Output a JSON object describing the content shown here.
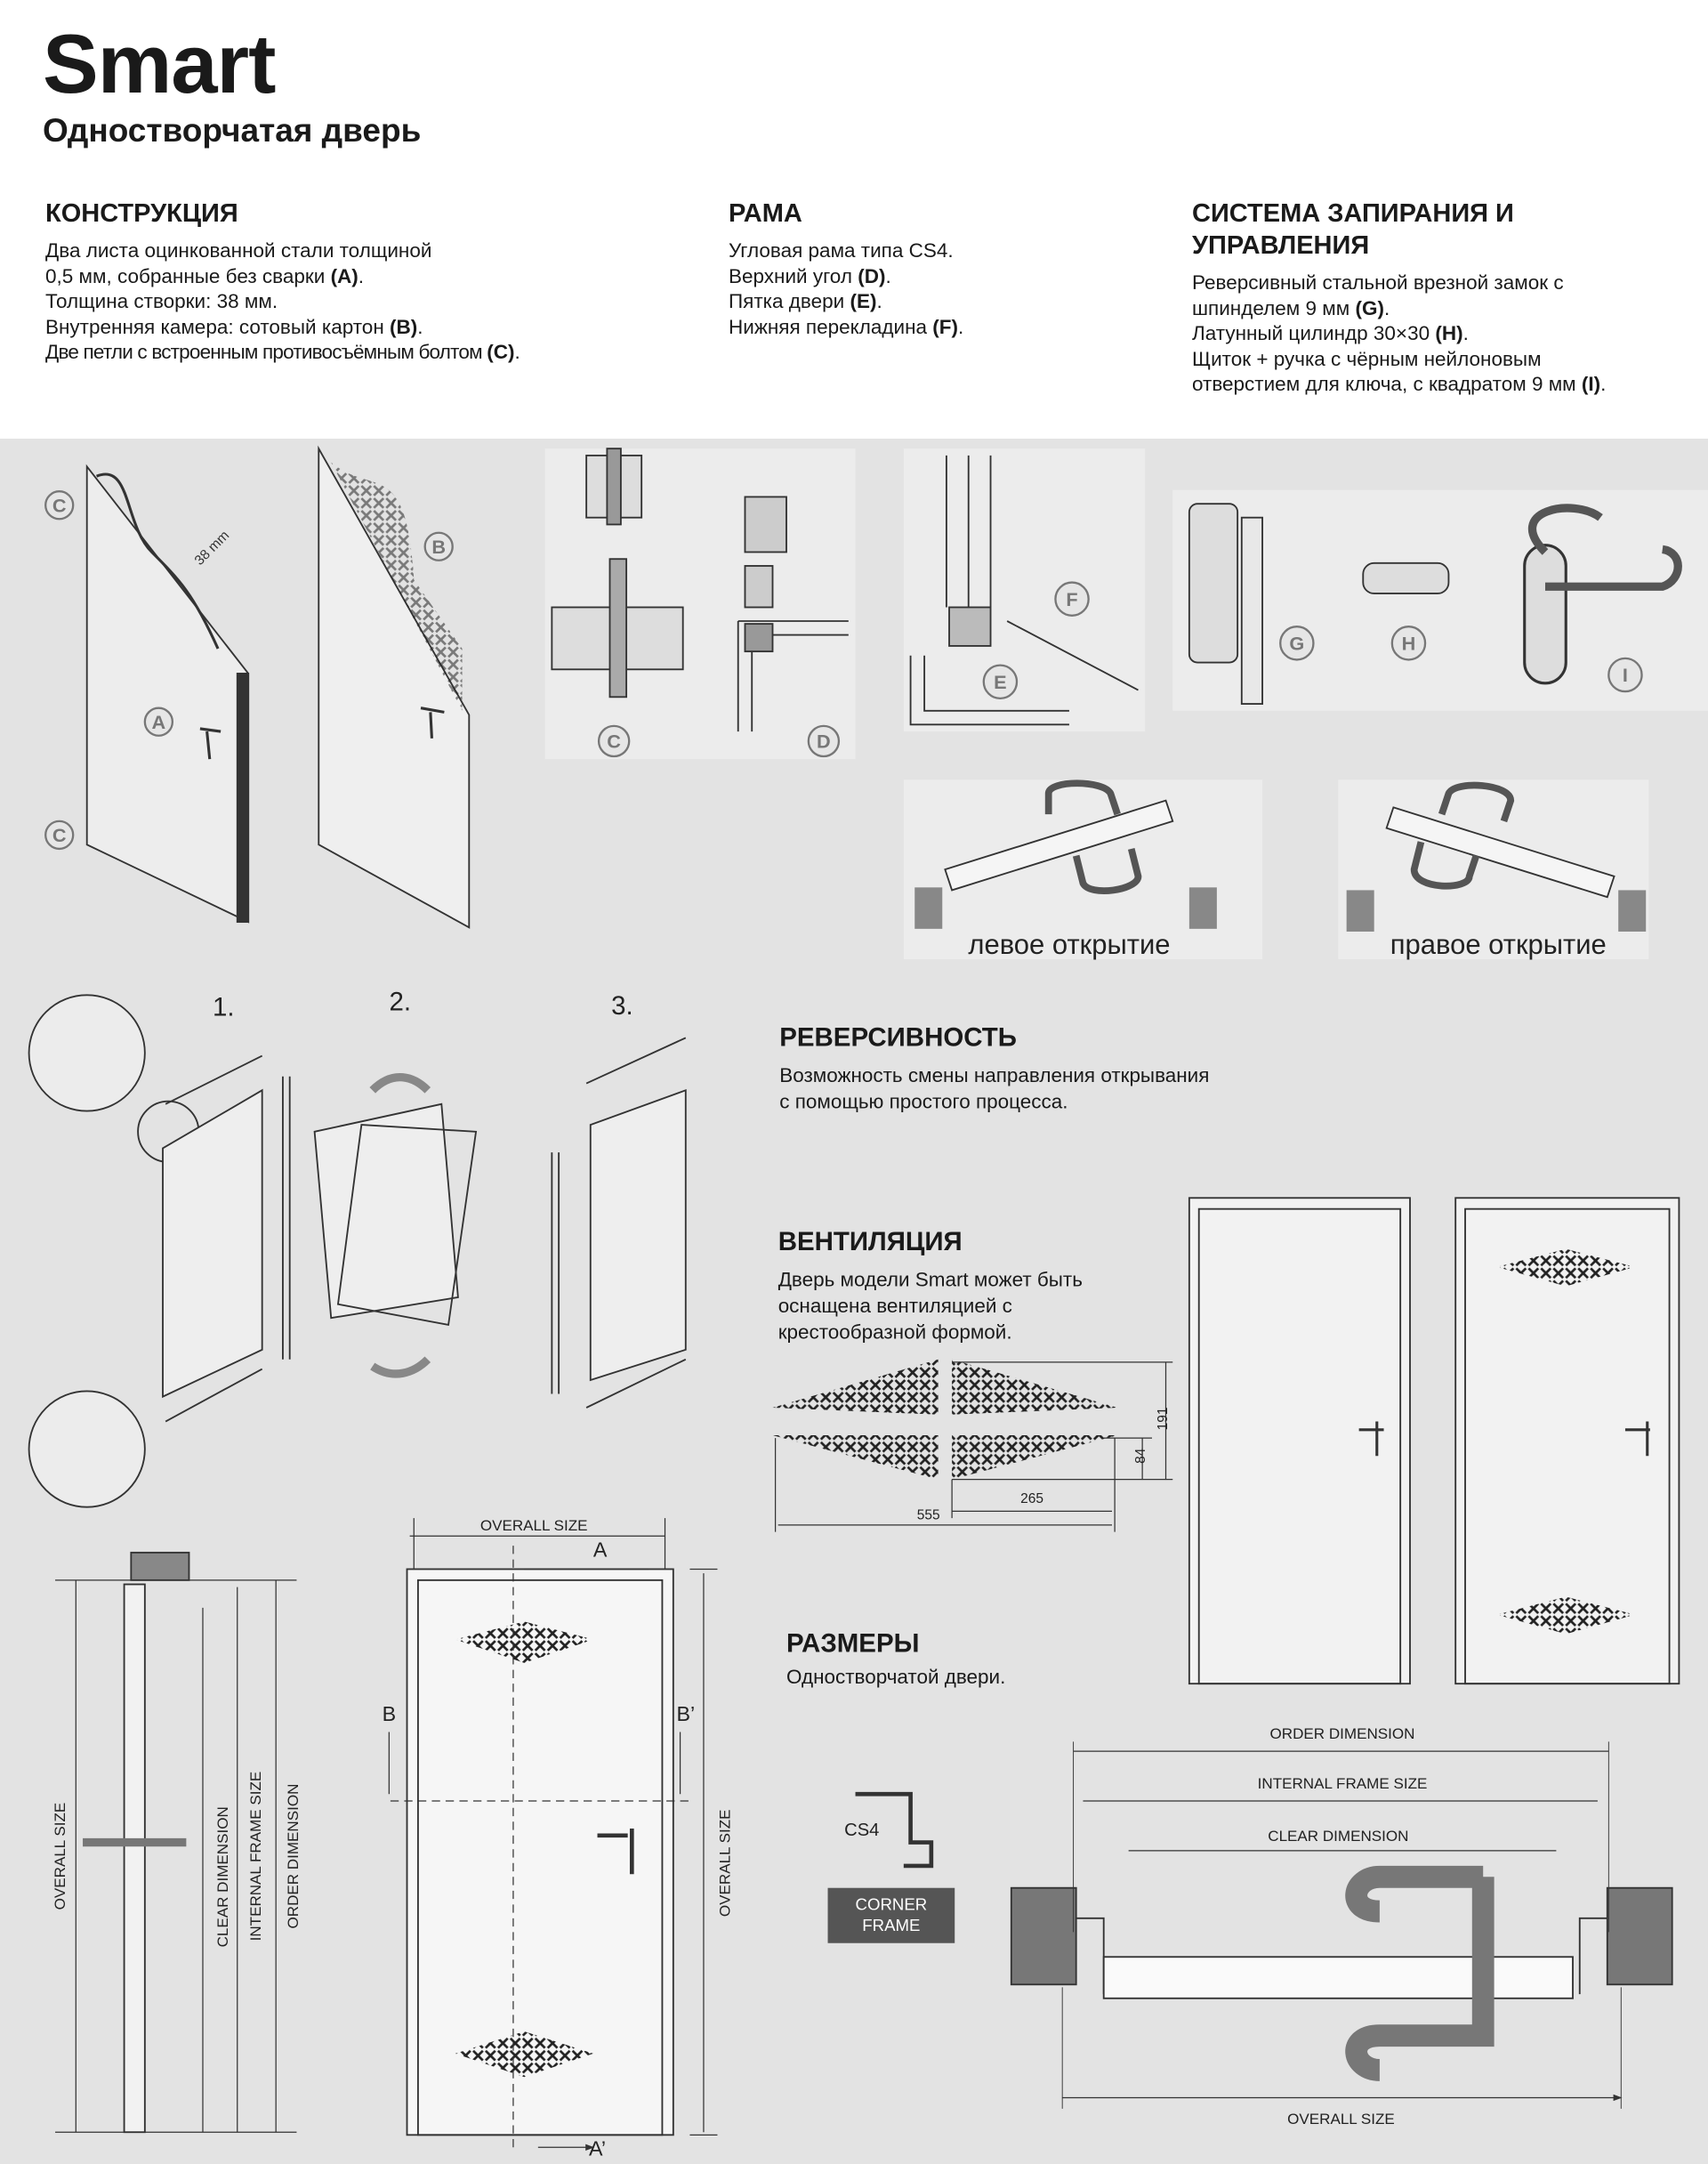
{
  "header": {
    "title": "Smart",
    "subtitle": "Одностворчатая дверь"
  },
  "construction": {
    "heading": "КОНСТРУКЦИЯ",
    "lines": [
      {
        "text": "Два листа оцинкованной стали толщиной",
        "ref": ""
      },
      {
        "text": "0,5 мм, собранные без сварки ",
        "ref": "(A)",
        "end": "."
      },
      {
        "text": "Толщина створки: 38 мм.",
        "ref": ""
      },
      {
        "text": "Внутренняя камера: сотовый картон ",
        "ref": "(B)",
        "end": "."
      },
      {
        "text": "Две петли с встроенным противосъёмным болтом ",
        "ref": "(C)",
        "end": "."
      }
    ]
  },
  "frame": {
    "heading": "РАМА",
    "lines": [
      {
        "text": "Угловая рама типа CS4.",
        "ref": ""
      },
      {
        "text": "Верхний угол ",
        "ref": "(D)",
        "end": "."
      },
      {
        "text": "Пятка двери ",
        "ref": "(E)",
        "end": "."
      },
      {
        "text": "Нижняя перекладина ",
        "ref": "(F)",
        "end": "."
      }
    ]
  },
  "locking": {
    "heading_1": "СИСТЕМА ЗАПИРАНИЯ И",
    "heading_2": "УПРАВЛЕНИЯ",
    "lines": [
      {
        "text": "Реверсивный стальной врезной замок с",
        "ref": ""
      },
      {
        "text": "шпинделем 9 мм ",
        "ref": "(G)",
        "end": "."
      },
      {
        "text": "Латунный цилиндр 30×30 ",
        "ref": "(H)",
        "end": "."
      },
      {
        "text": "Щиток + ручка с чёрным нейлоновым",
        "ref": ""
      },
      {
        "text": "отверстием для ключа, с квадратом 9 мм ",
        "ref": "(I)",
        "end": "."
      }
    ]
  },
  "callouts": {
    "a": "A",
    "b": "B",
    "c": "C",
    "d": "D",
    "e": "E",
    "f": "F",
    "g": "G",
    "h": "H",
    "i": "I",
    "thickness": "38 mm"
  },
  "opening": {
    "left": "левое открытие",
    "right": "правое открытие"
  },
  "steps": [
    "1.",
    "2.",
    "3."
  ],
  "reversibility": {
    "heading": "РЕВЕРСИВНОСТЬ",
    "lines": [
      "Возможность смены направления открывания",
      "с помощью простого процесса."
    ]
  },
  "ventilation": {
    "heading": "ВЕНТИЛЯЦИЯ",
    "lines": [
      "Дверь модели Smart может быть",
      "оснащена вентиляцией с",
      "крестообразной формой."
    ],
    "dims": {
      "total_width": "555",
      "half_width": "265",
      "height": "191",
      "half_height": "84"
    }
  },
  "sizes": {
    "heading": "РАЗМЕРЫ",
    "text": "Одностворчатой двери."
  },
  "profile": {
    "type": "CS4",
    "label_1": "CORNER",
    "label_2": "FRAME"
  },
  "plan_dims": {
    "order": "ORDER DIMENSION",
    "internal": "INTERNAL FRAME SIZE",
    "clear": "CLEAR DIMENSION",
    "overall": "OVERALL SIZE"
  },
  "section_dims": {
    "overall": "OVERALL SIZE",
    "clear": "CLEAR DIMENSION",
    "internal": "INTERNAL FRAME SIZE",
    "order": "ORDER DIMENSION"
  },
  "front_dims": {
    "overall_top": "OVERALL SIZE",
    "a": "A",
    "a_prime": "A’",
    "b": "B",
    "b_prime": "B’",
    "overall_side": "OVERALL SIZE"
  }
}
